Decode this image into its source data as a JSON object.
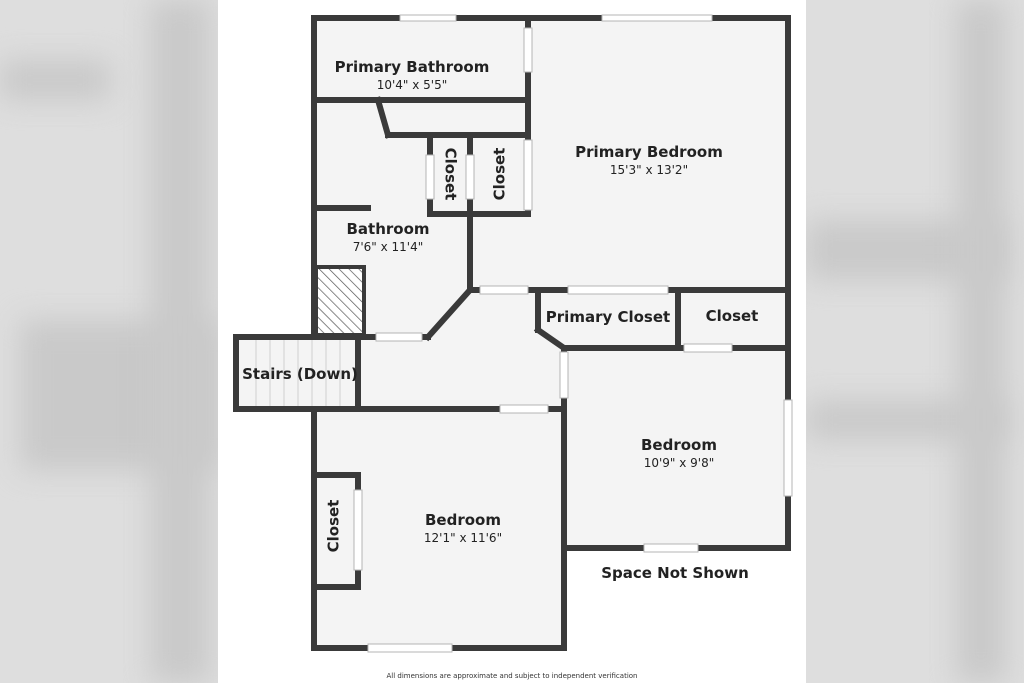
{
  "rooms": {
    "primary_bathroom": {
      "name": "Primary Bathroom",
      "dims": "10'4\" x 5'5\""
    },
    "primary_bedroom": {
      "name": "Primary Bedroom",
      "dims": "15'3\" x 13'2\""
    },
    "bathroom": {
      "name": "Bathroom",
      "dims": "7'6\" x 11'4\""
    },
    "closet_a": {
      "name": "Closet"
    },
    "closet_b": {
      "name": "Closet"
    },
    "primary_closet": {
      "name": "Primary Closet"
    },
    "closet_c": {
      "name": "Closet"
    },
    "stairs": {
      "name": "Stairs (Down)"
    },
    "bedroom_east": {
      "name": "Bedroom",
      "dims": "10'9\" x 9'8\""
    },
    "bedroom_west": {
      "name": "Bedroom",
      "dims": "12'1\" x 11'6\""
    },
    "closet_d": {
      "name": "Closet"
    }
  },
  "space_not_shown": "Space Not Shown",
  "footer": "All dimensions are approximate and subject to independent verification",
  "colors": {
    "wall": "#3a3a3a",
    "floor": "#f4f4f4",
    "window": "#ffffff"
  }
}
